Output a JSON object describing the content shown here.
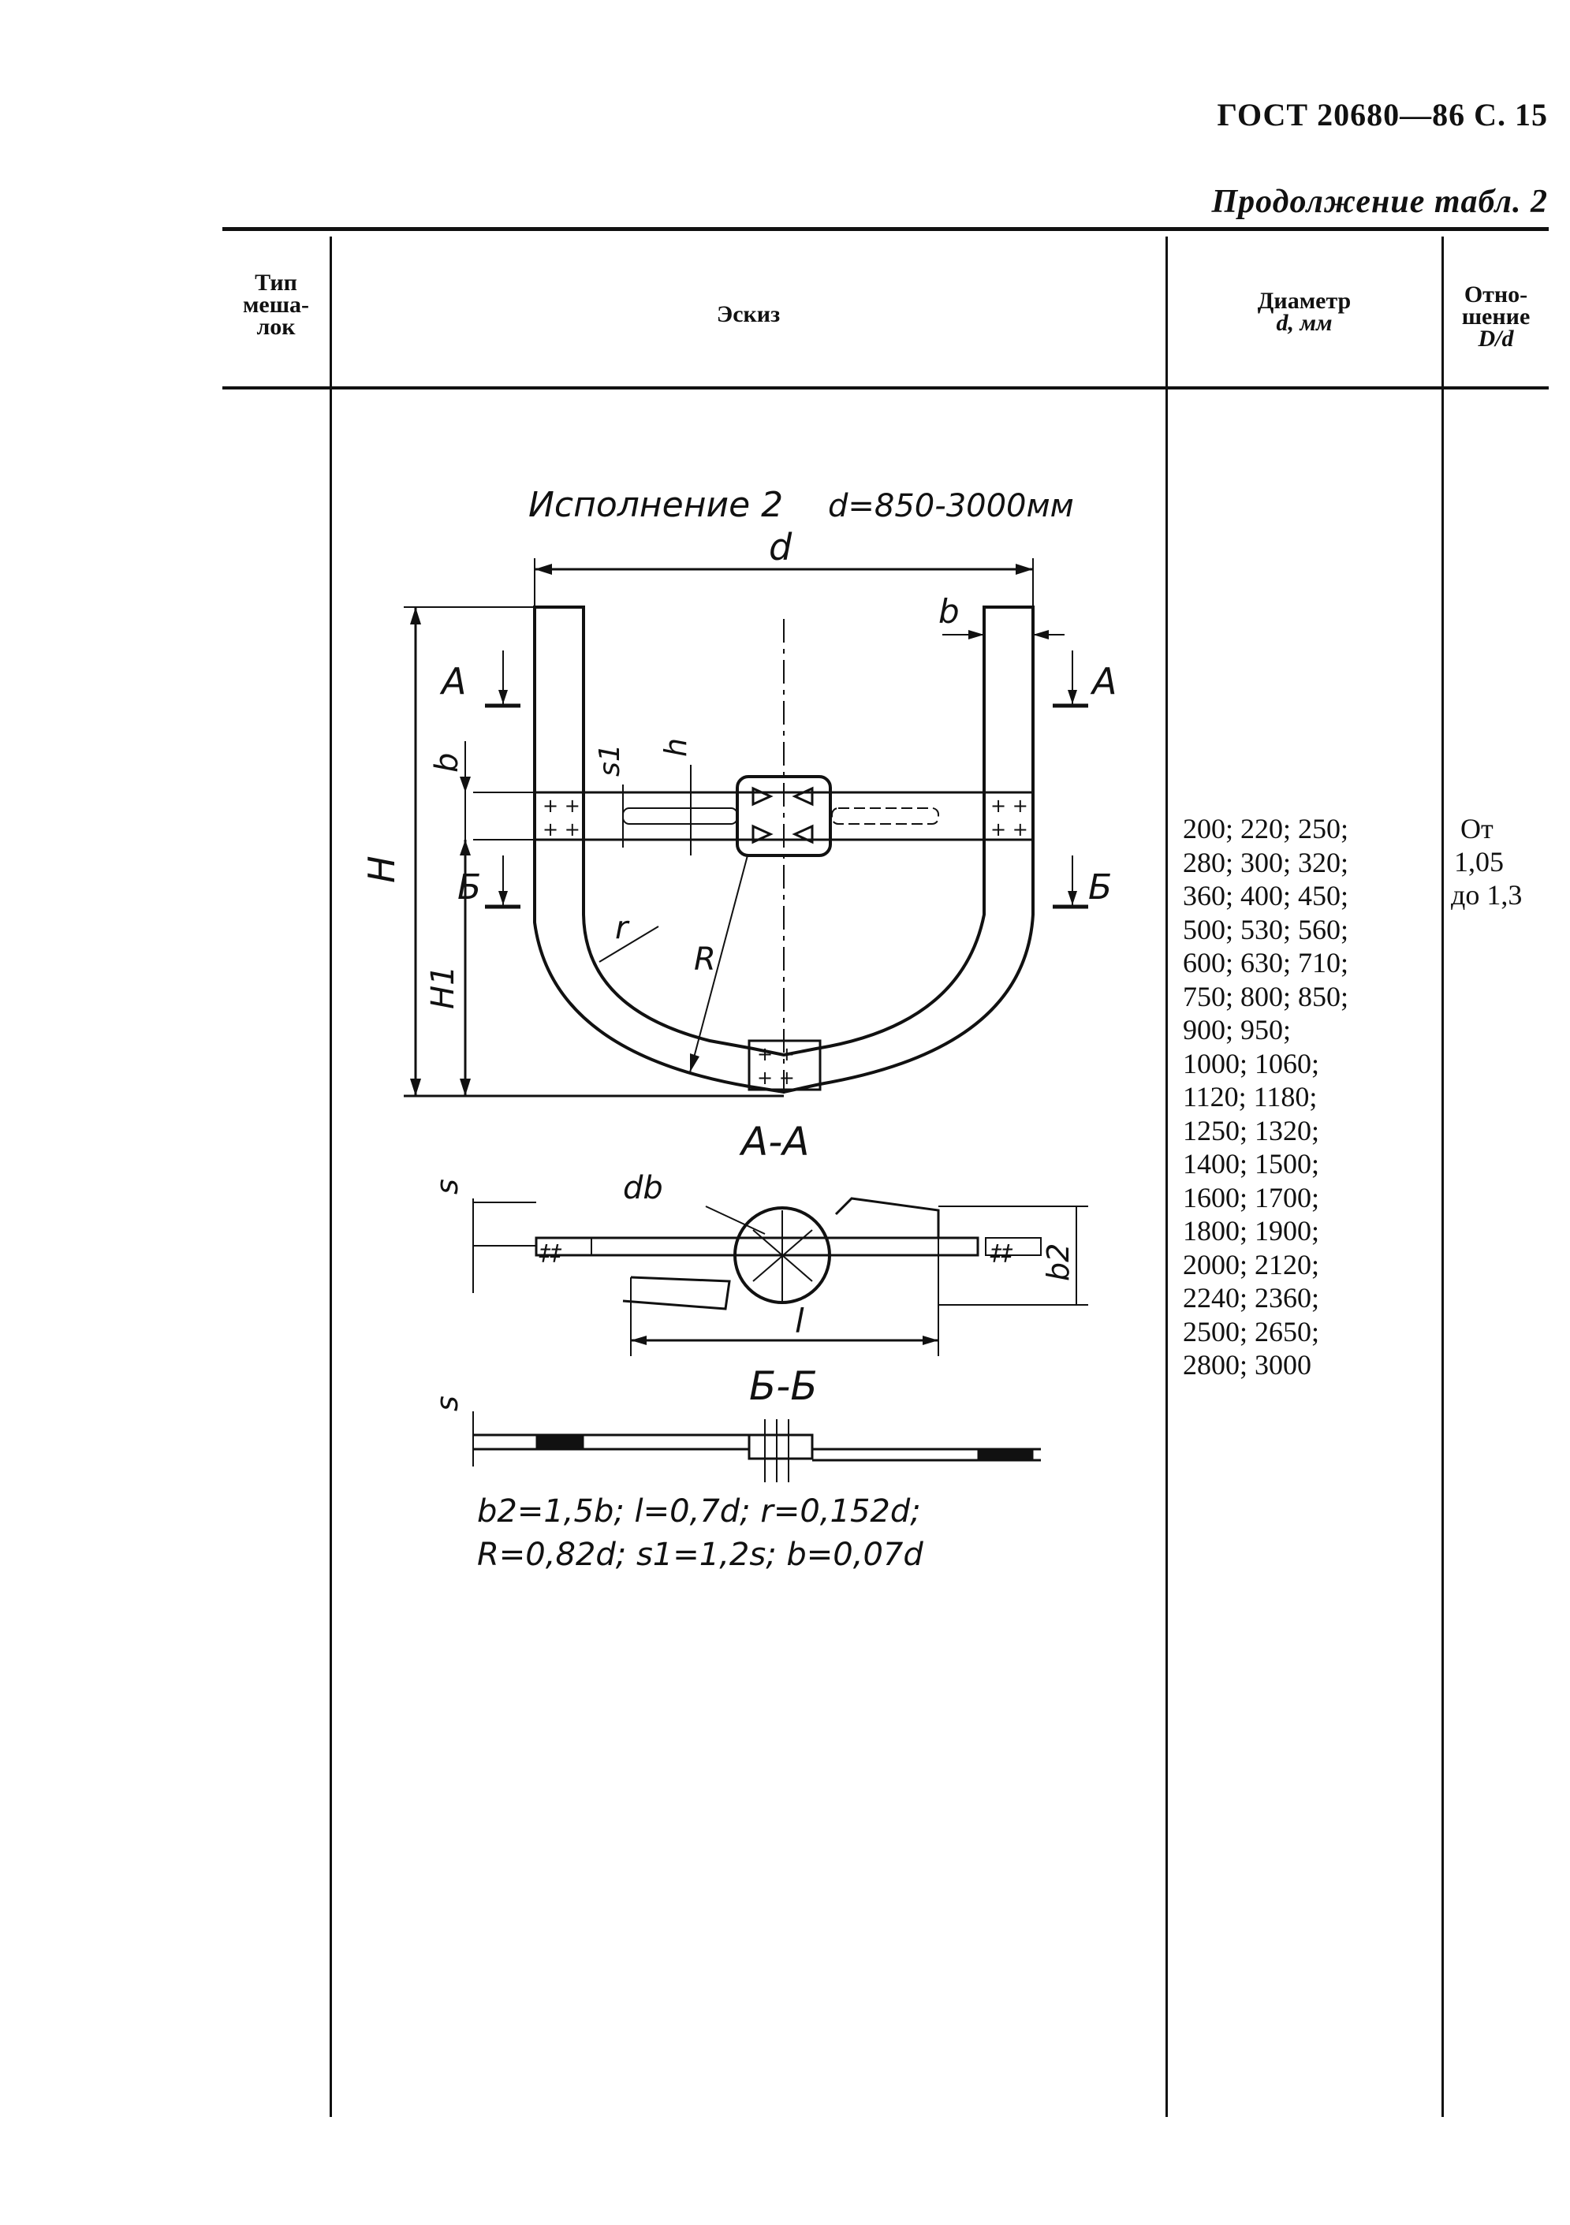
{
  "header": {
    "standard": "ГОСТ 20680—86 С. 15",
    "continuation": "Продолжение табл. 2"
  },
  "table": {
    "columns": [
      "Тип меша-лок",
      "Эскиз",
      "Диаметр d, мм",
      "Отно-шение D/d"
    ],
    "col_type": [
      "Тип",
      "меша-",
      "лок"
    ],
    "col_sketch": "Эскиз",
    "col_diameter": [
      "Диаметр",
      "d, мм"
    ],
    "col_ratio": [
      "Отно-",
      "шение",
      "D/d"
    ],
    "diameters": [
      "200; 220; 250;",
      "280; 300; 320;",
      "360; 400; 450;",
      "500; 530; 560;",
      "600; 630; 710;",
      "750; 800; 850;",
      "900; 950;",
      "1000; 1060;",
      "1120; 1180;",
      "1250; 1320;",
      "1400; 1500;",
      "1600; 1700;",
      "1800; 1900;",
      "2000; 2120;",
      "2240; 2360;",
      "2500; 2650;",
      "2800; 3000"
    ],
    "ratio": [
      "От",
      "1,05",
      "до 1,3"
    ]
  },
  "drawing": {
    "title": "Исполнение 2",
    "range": "d=850-3000мм",
    "labels": {
      "d": "d",
      "b": "b",
      "A": "A",
      "B": "Б",
      "H": "H",
      "H1": "H1",
      "s1": "s1",
      "h": "h",
      "r": "r",
      "R": "R",
      "db": "db",
      "s": "s",
      "b2": "b2",
      "l": "l"
    },
    "section_aa": "А-А",
    "section_bb": "Б-Б",
    "formula_line1": "b2=1,5b; l=0,7d; r=0,152d;",
    "formula_line2": "R=0,82d; s1=1,2s; b=0,07d"
  }
}
